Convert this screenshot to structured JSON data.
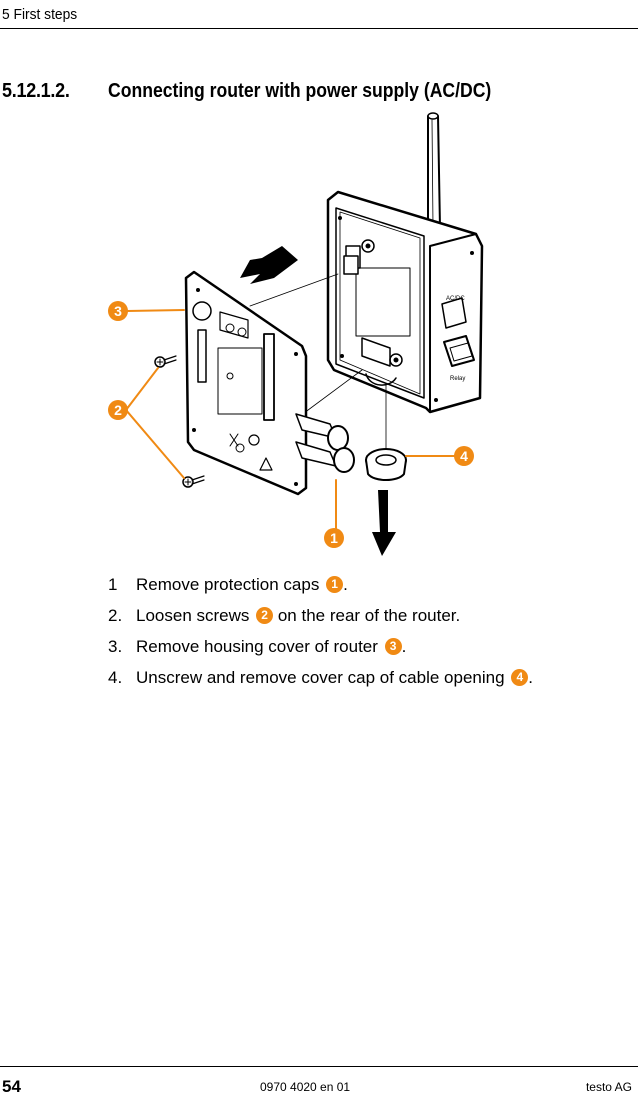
{
  "header": {
    "chapter": "5 First steps"
  },
  "section": {
    "number": "5.12.1.2.",
    "title": "Connecting router with power supply (AC/DC)"
  },
  "figure": {
    "callouts": [
      "1",
      "2",
      "3",
      "4"
    ],
    "device_labels": [
      "AC/DC",
      "Relay"
    ],
    "colors": {
      "callout": "#f08a14",
      "line": "#000000"
    }
  },
  "steps": [
    {
      "num": "1",
      "text": "Remove protection caps",
      "badge": "1",
      "after": "."
    },
    {
      "num": "2.",
      "text": "Loosen screws",
      "badge": "2",
      "after": " on the rear of the router."
    },
    {
      "num": "3.",
      "text": "Remove housing cover of router",
      "badge": "3",
      "after": "."
    },
    {
      "num": "4.",
      "text": "Unscrew and remove cover cap of cable opening",
      "badge": "4",
      "after": "."
    }
  ],
  "footer": {
    "page": "54",
    "doc_code": "0970 4020 en 01",
    "company": "testo AG"
  }
}
